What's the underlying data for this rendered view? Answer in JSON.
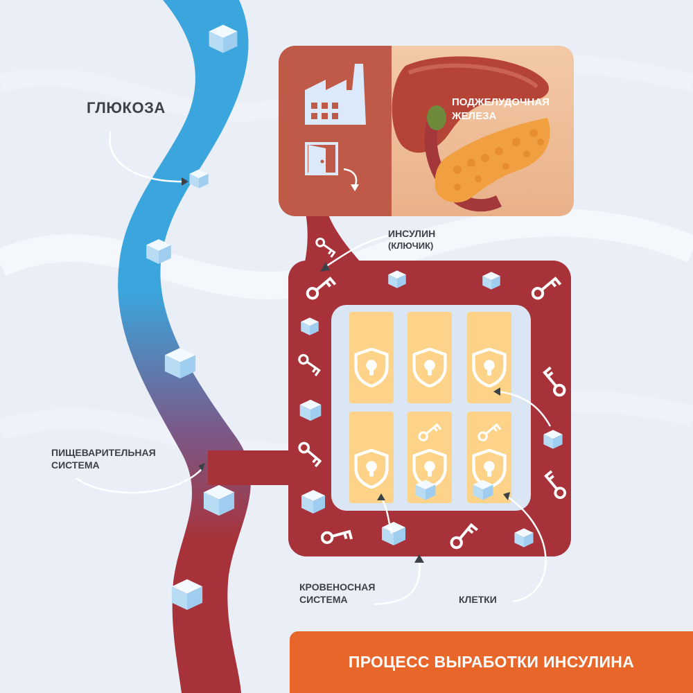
{
  "labels": {
    "glucose": "ГЛЮКОЗА",
    "pancreas_line1": "ПОДЖЕЛУДОЧНАЯ",
    "pancreas_line2": "ЖЕЛЕЗА",
    "insulin_line1": "ИНСУЛИН",
    "insulin_line2": "(ключик)",
    "digestive_line1": "ПИЩЕВАРИТЕЛЬНАЯ",
    "digestive_line2": "СИСТЕМА",
    "blood_line1": "КРОВЕНОСНАЯ",
    "blood_line2": "СИСТЕМА",
    "cells": "КЛЕТКИ"
  },
  "title": "ПРОЦЕСС ВЫРАБОТКИ ИНСУЛИНА",
  "colors": {
    "background": "#e9eef7",
    "digestive_blue": "#3aa6dd",
    "blood_red": "#a8323a",
    "factory_panel": "#bf5a48",
    "cell_fill": "#fdd38a",
    "cell_area": "#dbe6f4",
    "banner": "#e9662a",
    "label_text": "#3d4148"
  },
  "icons": [
    "glucose-cube-icon",
    "factory-icon",
    "door-icon",
    "key-icon",
    "shield-lock-icon",
    "pancreas-illustration"
  ]
}
